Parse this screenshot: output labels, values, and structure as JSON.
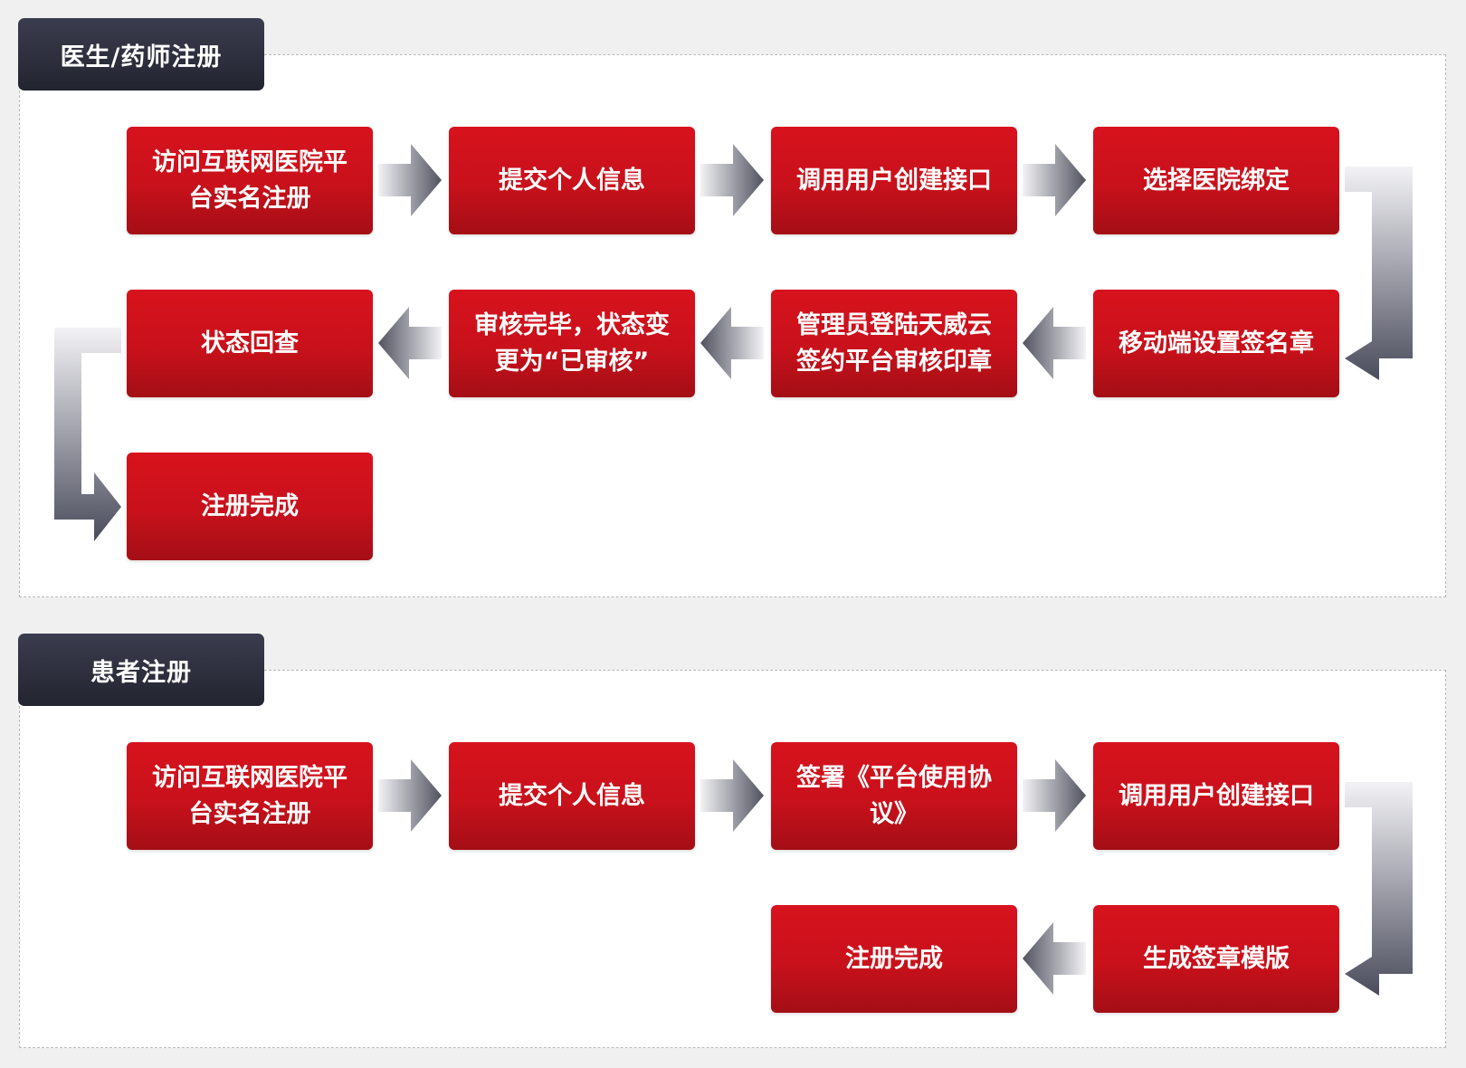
{
  "sections": [
    {
      "title": "医生/药师注册",
      "steps": [
        "访问互联网医院平台实名注册",
        "提交个人信息",
        "调用用户创建接口",
        "选择医院绑定",
        "移动端设置签名章",
        "管理员登陆天威云签约平台审核印章",
        "审核完毕，状态变更为“已审核”",
        "状态回查",
        "注册完成"
      ]
    },
    {
      "title": "患者注册",
      "steps": [
        "访问互联网医院平台实名注册",
        "提交个人信息",
        "签署《平台使用协议》",
        "调用用户创建接口",
        "生成签章模版",
        "注册完成"
      ]
    }
  ],
  "colors": {
    "step_box": "#cc111b",
    "section_title": "#2c2e3b",
    "arrow_light": "#f3f3f6",
    "arrow_dark": "#4a4c5c"
  }
}
